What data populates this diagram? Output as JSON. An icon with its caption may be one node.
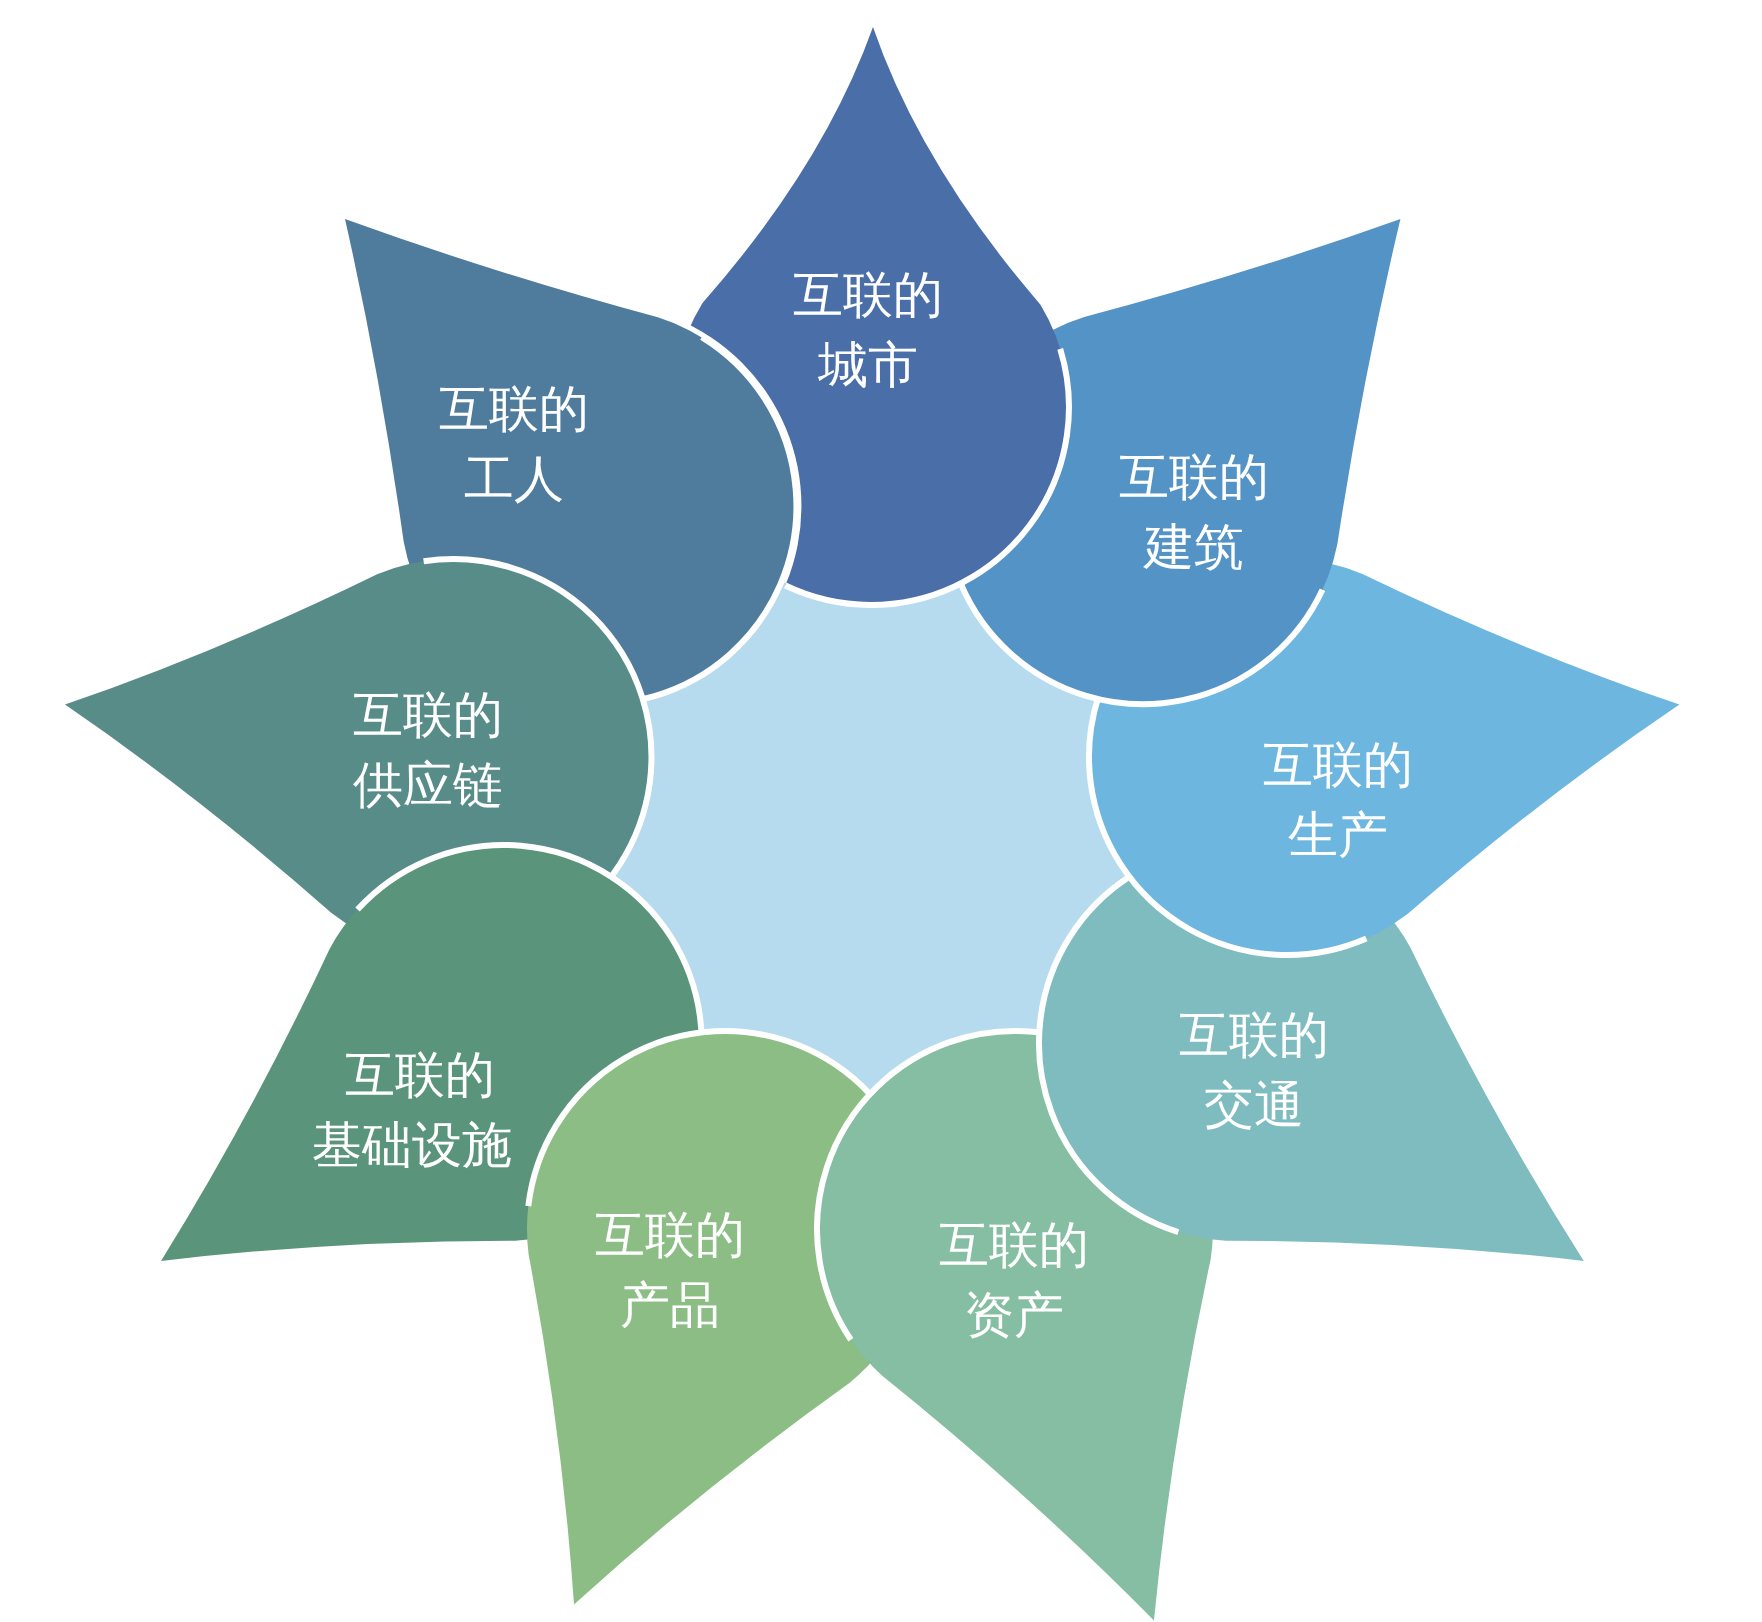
{
  "diagram": {
    "nodes": [
      {
        "text": [
          "互联的城市"
        ]
      },
      {
        "text": [
          "互联的建筑"
        ]
      },
      {
        "text": [
          "互联的生产"
        ]
      },
      {
        "text": [
          "互联的交通"
        ]
      },
      {
        "text": [
          "互联的资产"
        ]
      },
      {
        "text": [
          "互联的产品"
        ]
      },
      {
        "text": [
          "互联的基础设施"
        ]
      },
      {
        "text": [
          "互联的供应链"
        ]
      },
      {
        "text": [
          "互联的工人"
        ]
      },
      {
        "text": [],
        "shape": "star"
      }
    ]
  }
}
